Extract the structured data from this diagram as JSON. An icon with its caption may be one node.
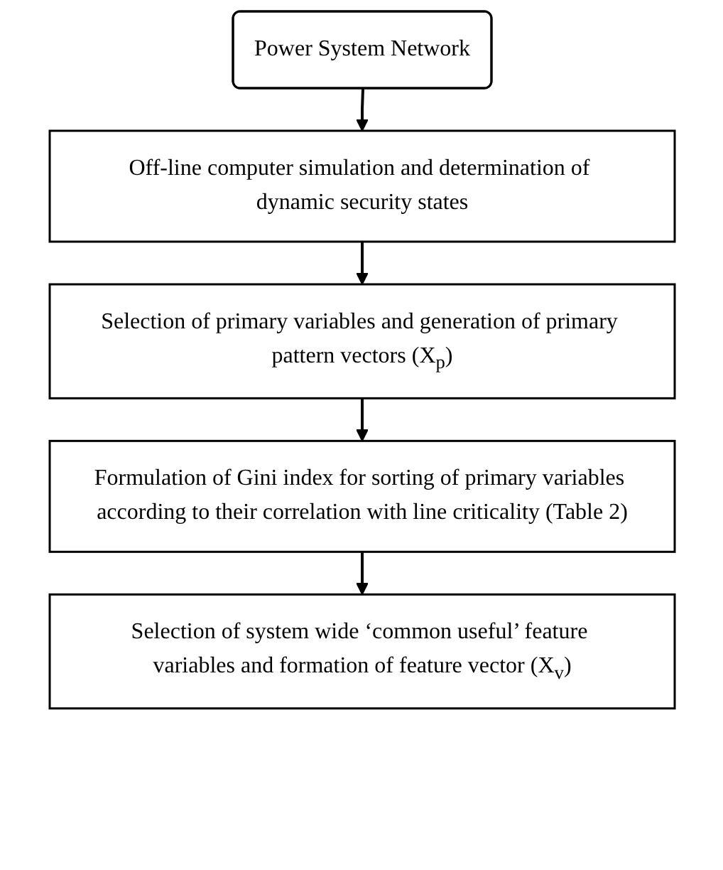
{
  "diagram": {
    "nodes": [
      {
        "text": [
          "Power System Network"
        ]
      },
      {
        "text": [
          "Off-line computer simulation and determination of dynamic security states"
        ]
      },
      {
        "text": [
          "Selection of primary variables and generation of primary pattern vectors (X$_{p}$)"
        ]
      },
      {
        "text": [
          "Formulation of Gini index for sorting of primary variables according to their correlation with line criticality (Table 2)"
        ]
      },
      {
        "text": [
          "Selection of system wide ‘common useful’ feature variables and formation of feature vector (X$_{v}$)"
        ]
      }
    ],
    "edges": [
      {
        "from": 0,
        "to": 1,
        "arrow": "to"
      },
      {
        "from": 1,
        "to": 2,
        "arrow": "to"
      },
      {
        "from": 2,
        "to": 3,
        "arrow": "to"
      },
      {
        "from": 3,
        "to": 4,
        "arrow": "to"
      }
    ]
  }
}
